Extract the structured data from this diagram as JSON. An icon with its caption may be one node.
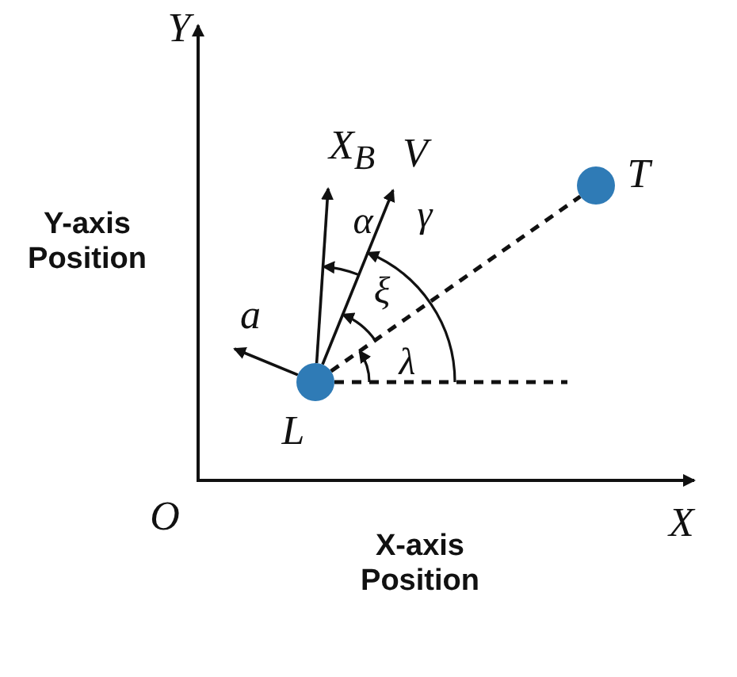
{
  "diagram": {
    "nodes": [
      {
        "text": [],
        "shape": "circle",
        "beside": [
          "L"
        ]
      },
      {
        "text": [],
        "shape": "circle",
        "beside": [
          "T"
        ]
      }
    ],
    "edges": [
      {
        "from": 0,
        "to": 1,
        "arrow": "none",
        "style": "dashed"
      },
      {
        "from": 0,
        "to": null,
        "arrow": "none",
        "style": "dashed"
      },
      {
        "from": 0,
        "to": null,
        "arrow": "to",
        "label": "X$_{B}$"
      },
      {
        "from": 0,
        "to": null,
        "arrow": "to",
        "label": "V"
      },
      {
        "from": 0,
        "to": null,
        "arrow": "to",
        "label": "a"
      }
    ],
    "labels": [
      "Y",
      "Y-axis Position",
      "α",
      "γ",
      "ξ",
      "λ",
      "O",
      "X",
      "X-axis Position"
    ]
  }
}
